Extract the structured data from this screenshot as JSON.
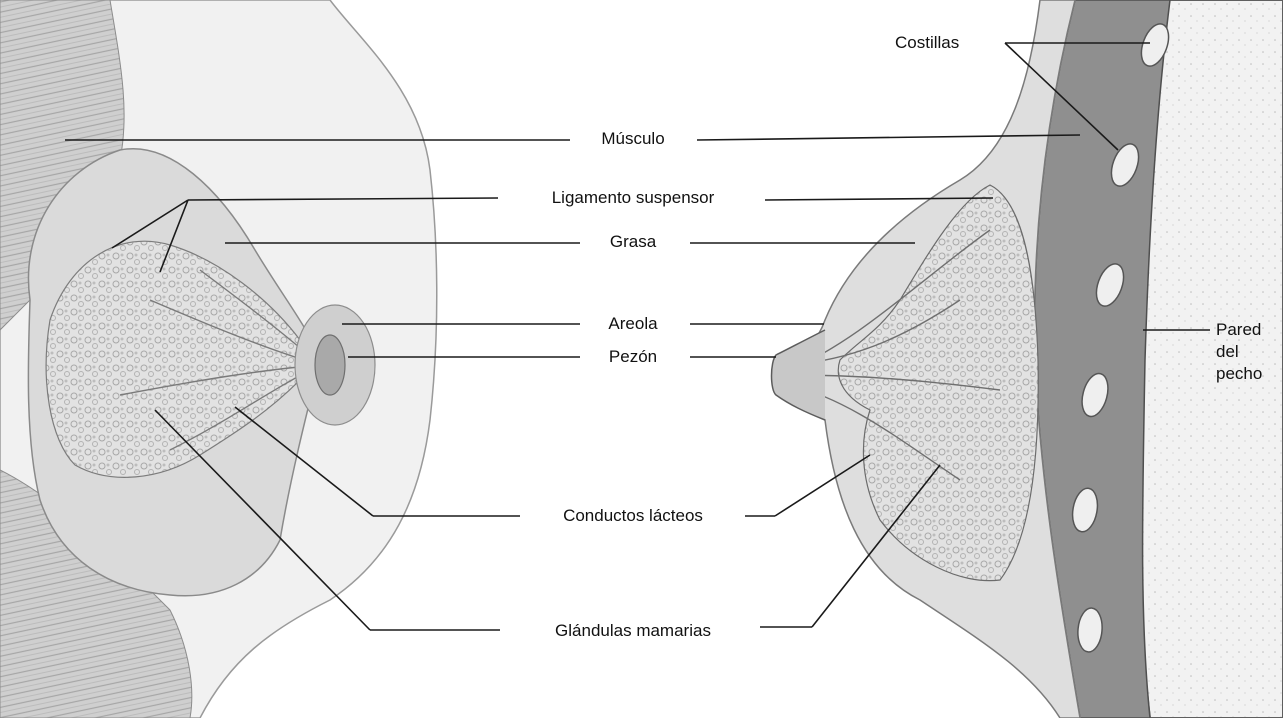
{
  "labels": {
    "costillas": "Costillas",
    "musculo": "Músculo",
    "ligamento": "Ligamento suspensor",
    "grasa": "Grasa",
    "areola": "Areola",
    "pezon": "Pezón",
    "conductos": "Conductos lácteos",
    "glandulas": "Glándulas mamarias",
    "pared": "Pared\ndel\npecho"
  },
  "colors": {
    "ink": "#111111",
    "tissue_light": "#e9e9e9",
    "tissue_mid": "#c8c8c8",
    "tissue_dark": "#8e8e8e",
    "muscle": "#6f6f6f"
  }
}
